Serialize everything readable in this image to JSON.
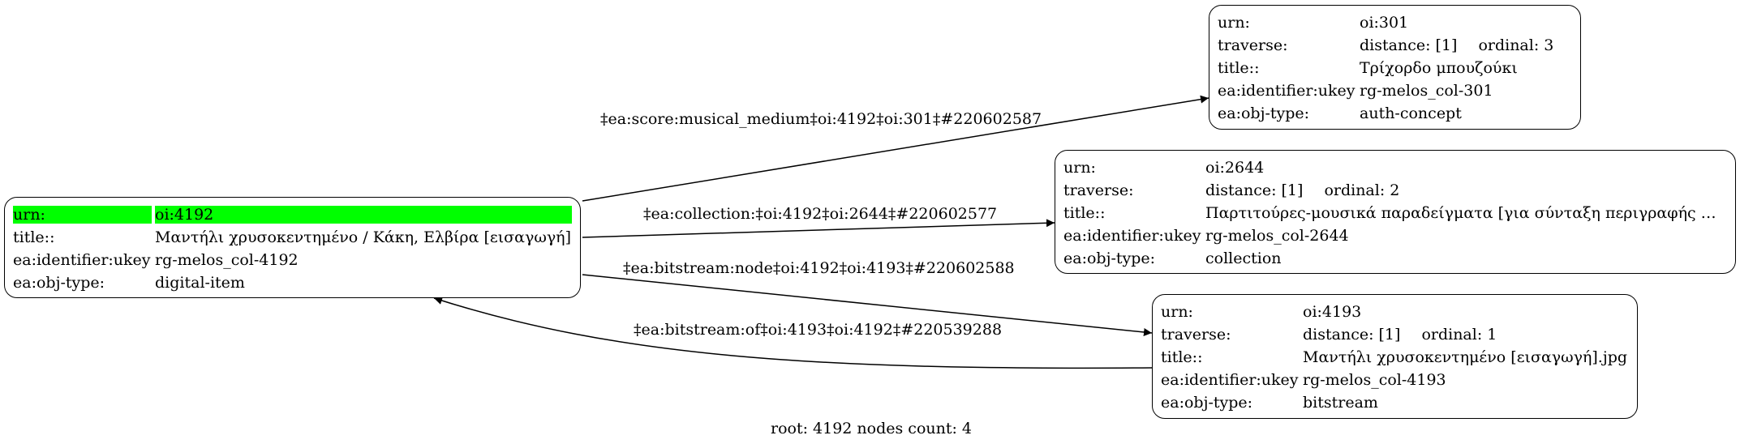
{
  "root_node": {
    "rows": [
      {
        "key": "urn:",
        "value": "oi:4192"
      },
      {
        "key": "title::",
        "value": "Μαντήλι χρυσοκεντημένο / Κάκη, Ελβίρα [εισαγωγή]"
      },
      {
        "key": "ea:identifier:ukey",
        "value": "rg-melos_col-4192"
      },
      {
        "key": "ea:obj-type:",
        "value": "digital-item"
      }
    ]
  },
  "nodes": [
    {
      "urn": {
        "key": "urn:",
        "value": "oi:301"
      },
      "traverse": {
        "key": "traverse:",
        "distance": "distance: [1]",
        "ordinal": "ordinal: 3"
      },
      "title": {
        "key": "title::",
        "value": "Τρίχορδο μπουζούκι"
      },
      "ukey": {
        "key": "ea:identifier:ukey",
        "value": "rg-melos_col-301"
      },
      "objtype": {
        "key": "ea:obj-type:",
        "value": "auth-concept"
      }
    },
    {
      "urn": {
        "key": "urn:",
        "value": "oi:2644"
      },
      "traverse": {
        "key": "traverse:",
        "distance": "distance: [1]",
        "ordinal": "ordinal: 2"
      },
      "title": {
        "key": "title::",
        "value": "Παρτιτούρες-μουσικά παραδείγματα [για σύνταξη περιγραφής Μ..."
      },
      "ukey": {
        "key": "ea:identifier:ukey",
        "value": "rg-melos_col-2644"
      },
      "objtype": {
        "key": "ea:obj-type:",
        "value": "collection"
      }
    },
    {
      "urn": {
        "key": "urn:",
        "value": "oi:4193"
      },
      "traverse": {
        "key": "traverse:",
        "distance": "distance: [1]",
        "ordinal": "ordinal: 1"
      },
      "title": {
        "key": "title::",
        "value": "Μαντήλι χρυσοκεντημένο [εισαγωγή].jpg"
      },
      "ukey": {
        "key": "ea:identifier:ukey",
        "value": "rg-melos_col-4193"
      },
      "objtype": {
        "key": "ea:obj-type:",
        "value": "bitstream"
      }
    }
  ],
  "edges": [
    {
      "label": "‡ea:score:musical_medium‡oi:4192‡oi:301‡#220602587"
    },
    {
      "label": "‡ea:collection:‡oi:4192‡oi:2644‡#220602577"
    },
    {
      "label": "‡ea:bitstream:node‡oi:4192‡oi:4193‡#220602588"
    },
    {
      "label": "‡ea:bitstream:of‡oi:4193‡oi:4192‡#220539288"
    }
  ],
  "footer": "root: 4192 nodes count: 4"
}
